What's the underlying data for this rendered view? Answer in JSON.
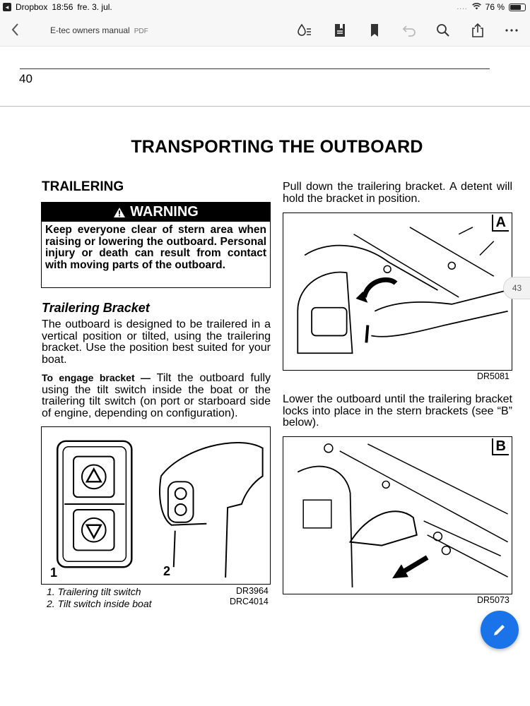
{
  "status_bar": {
    "app": "Dropbox",
    "time": "18:56",
    "date": "fre. 3. jul.",
    "signal": "....",
    "battery": "76 %",
    "battery_level": 0.76
  },
  "toolbar": {
    "title": "E-tec owners manual",
    "file_type": "PDF",
    "icons": [
      "back-chevron-icon",
      "ink-drop-list-icon",
      "bookmark-document-icon",
      "bookmark-icon",
      "undo-icon",
      "search-icon",
      "share-icon",
      "more-icon"
    ]
  },
  "page": {
    "number": "40",
    "title": "TRANSPORTING THE OUTBOARD",
    "section": "TRAILERING",
    "warning": {
      "head": "WARNING",
      "text": "Keep everyone clear of stern area when raising or lowering the outboard. Personal injury or death can result from contact with moving parts of the outboard."
    },
    "subsection": "Trailering Bracket",
    "para1": "The outboard is designed to be trailered in a vertical position or tilted, using the trailering bracket. Use the position best suited for your boat.",
    "para2_lead": "To engage bracket —",
    "para2": "Tilt the outboard fully using the tilt switch inside the boat or the trailering tilt switch (on port or starboard side of engine, depending on configuration).",
    "right_para1": "Pull down the trailering bracket. A detent will hold the bracket in position.",
    "right_para2": "Lower the outboard until the trailering bracket locks into place in the stern brackets (see “B” below).",
    "figure1": {
      "label1": "1",
      "label2": "2",
      "caption1": "1.  Trailering tilt switch",
      "caption2": "2.  Tilt switch inside boat",
      "code1": "DR3964",
      "code2": "DRC4014"
    },
    "figureA": {
      "letter": "A",
      "code": "DR5081"
    },
    "figureB": {
      "letter": "B",
      "code": "DR5073"
    }
  },
  "next_page_tab": "43",
  "colors": {
    "fab": "#1a73e8",
    "toolbar_bg": "#f7f7f7"
  }
}
